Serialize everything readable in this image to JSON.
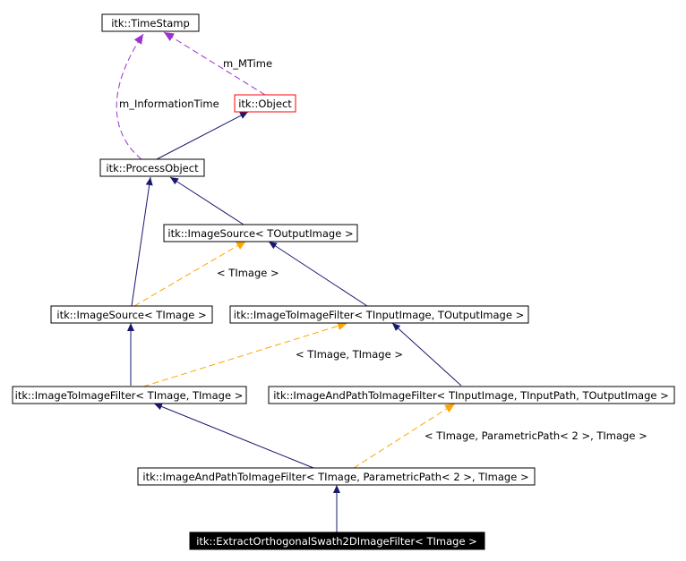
{
  "nodes": {
    "timestamp": "itk::TimeStamp",
    "object": "itk::Object",
    "process_object": "itk::ProcessObject",
    "image_source_toutput": "itk::ImageSource< TOutputImage >",
    "image_source_timage": "itk::ImageSource< TImage >",
    "image_to_image_generic": "itk::ImageToImageFilter< TInputImage, TOutputImage >",
    "image_to_image_timage": "itk::ImageToImageFilter< TImage, TImage >",
    "image_and_path_generic": "itk::ImageAndPathToImageFilter< TInputImage, TInputPath, TOutputImage >",
    "image_and_path_parametric": "itk::ImageAndPathToImageFilter< TImage, ParametricPath< 2 >, TImage >",
    "extract_swath": "itk::ExtractOrthogonalSwath2DImageFilter< TImage >"
  },
  "edge_labels": {
    "m_mtime": "m_MTime",
    "m_information_time": "m_InformationTime",
    "tmpl_timage": "< TImage >",
    "tmpl_timage_timage": "< TImage, TImage >",
    "tmpl_parametric": "< TImage, ParametricPath< 2 >, TImage >"
  },
  "colors": {
    "inheritance": "#191970",
    "usage": "#9a32cd",
    "template": "#ffa500",
    "highlight_border": "#ff0000"
  }
}
